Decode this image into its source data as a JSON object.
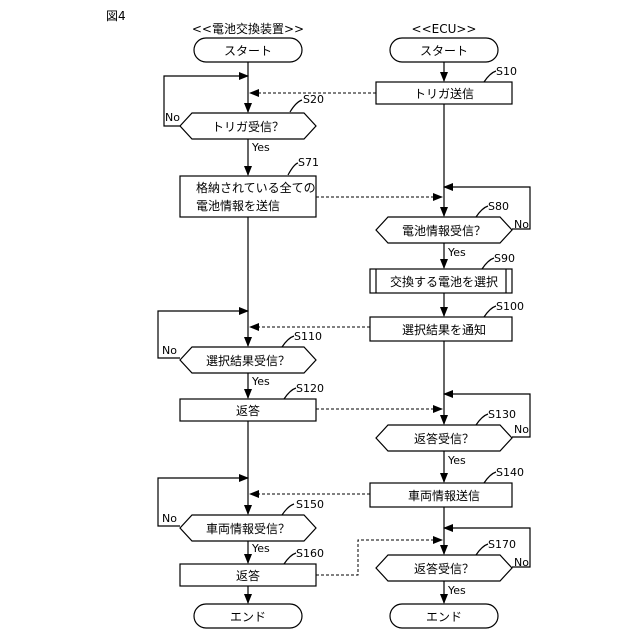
{
  "figure_label": "図4",
  "lanes": {
    "left": "<<電池交換装置>>",
    "right": "<<ECU>>"
  },
  "nodes": {
    "left_start": "スタート",
    "right_start": "スタート",
    "s10": "トリガ送信",
    "s20": "トリガ受信？",
    "s71_line1": "格納されている全ての",
    "s71_line2": "電池情報を送信",
    "s80": "電池情報受信？",
    "s90": "交換する電池を選択",
    "s100": "選択結果を通知",
    "s110": "選択結果受信？",
    "s120": "返答",
    "s130": "返答受信？",
    "s140": "車両情報送信",
    "s150": "車両情報受信？",
    "s160": "返答",
    "s170": "返答受信？",
    "left_end": "エンド",
    "right_end": "エンド"
  },
  "steps": {
    "s10": "S10",
    "s20": "S20",
    "s71": "S71",
    "s80": "S80",
    "s90": "S90",
    "s100": "S100",
    "s110": "S110",
    "s120": "S120",
    "s130": "S130",
    "s140": "S140",
    "s150": "S150",
    "s160": "S160",
    "s170": "S170"
  },
  "branch": {
    "yes": "Yes",
    "no": "No"
  }
}
